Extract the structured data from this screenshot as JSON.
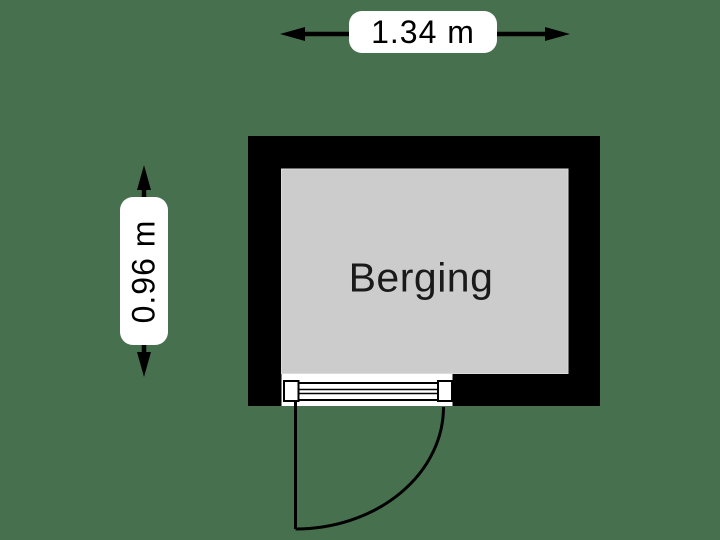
{
  "room": {
    "name": "Berging"
  },
  "dimensions": {
    "width_label": "1.34 m",
    "height_label": "0.96 m"
  },
  "colors": {
    "background": "#47714E",
    "wall": "#000000",
    "floor": "#CCCCCC",
    "floor_edge": "#DCDCDC",
    "white": "#FFFFFF",
    "ink": "#000000",
    "room_text": "#1A1A1A"
  }
}
